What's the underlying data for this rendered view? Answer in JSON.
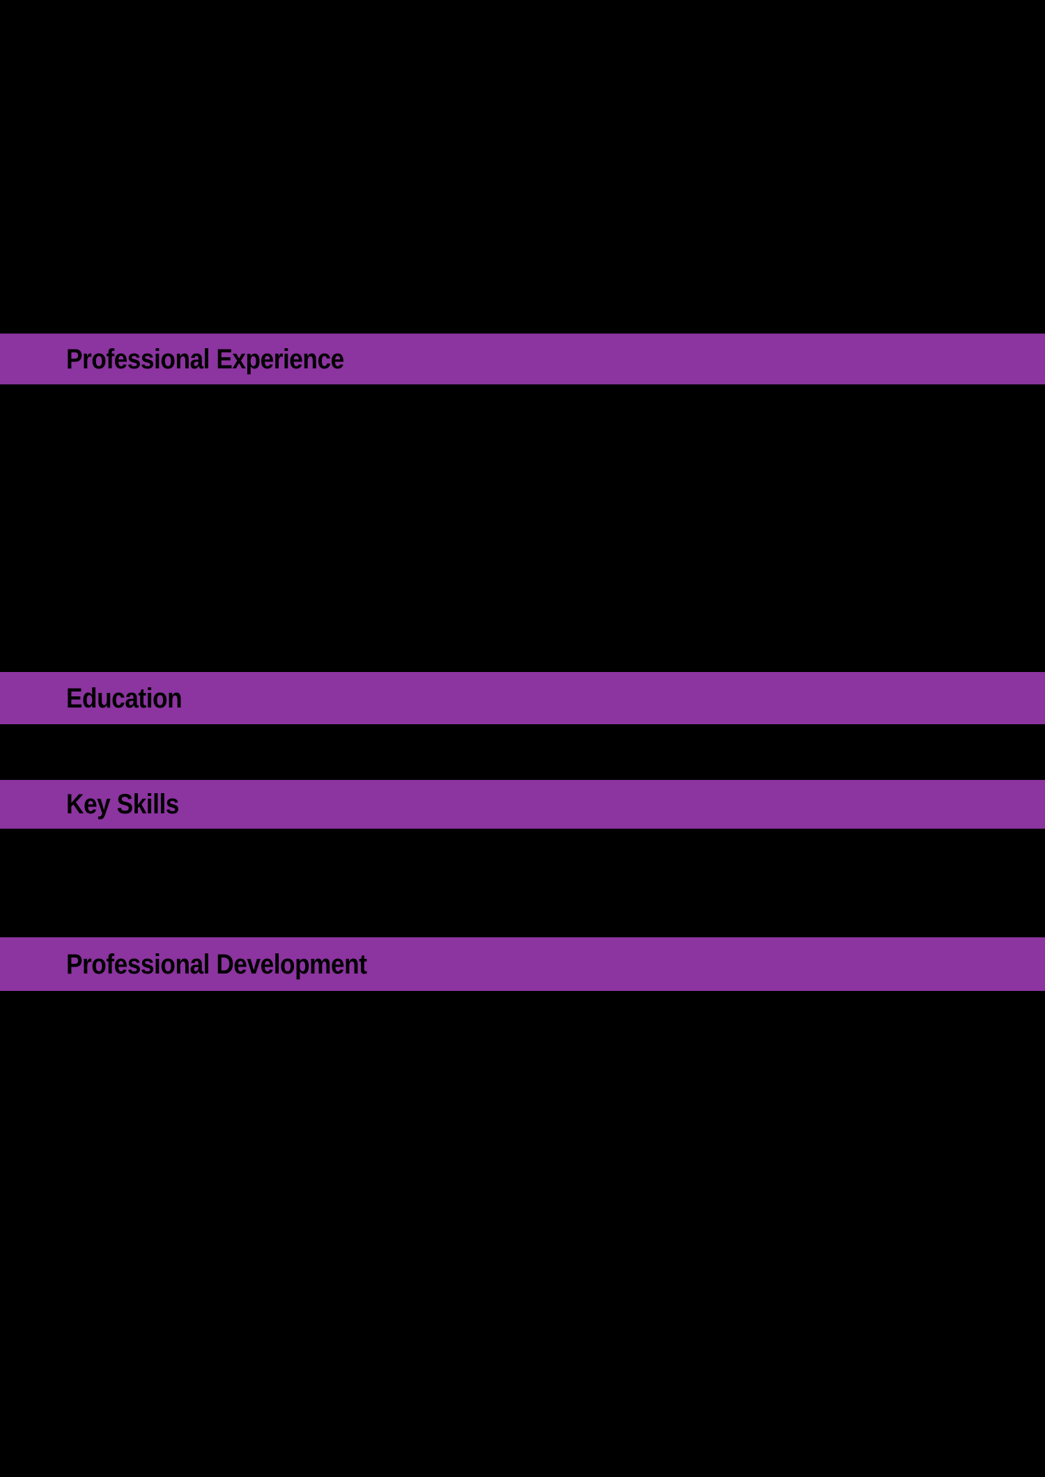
{
  "page": {
    "background_color": "#000000",
    "band_color": "#8c34a0",
    "heading_color": "#000000"
  },
  "sections": [
    {
      "title": "Professional Experience"
    },
    {
      "title": "Education"
    },
    {
      "title": "Key Skills"
    },
    {
      "title": "Professional Development"
    }
  ]
}
